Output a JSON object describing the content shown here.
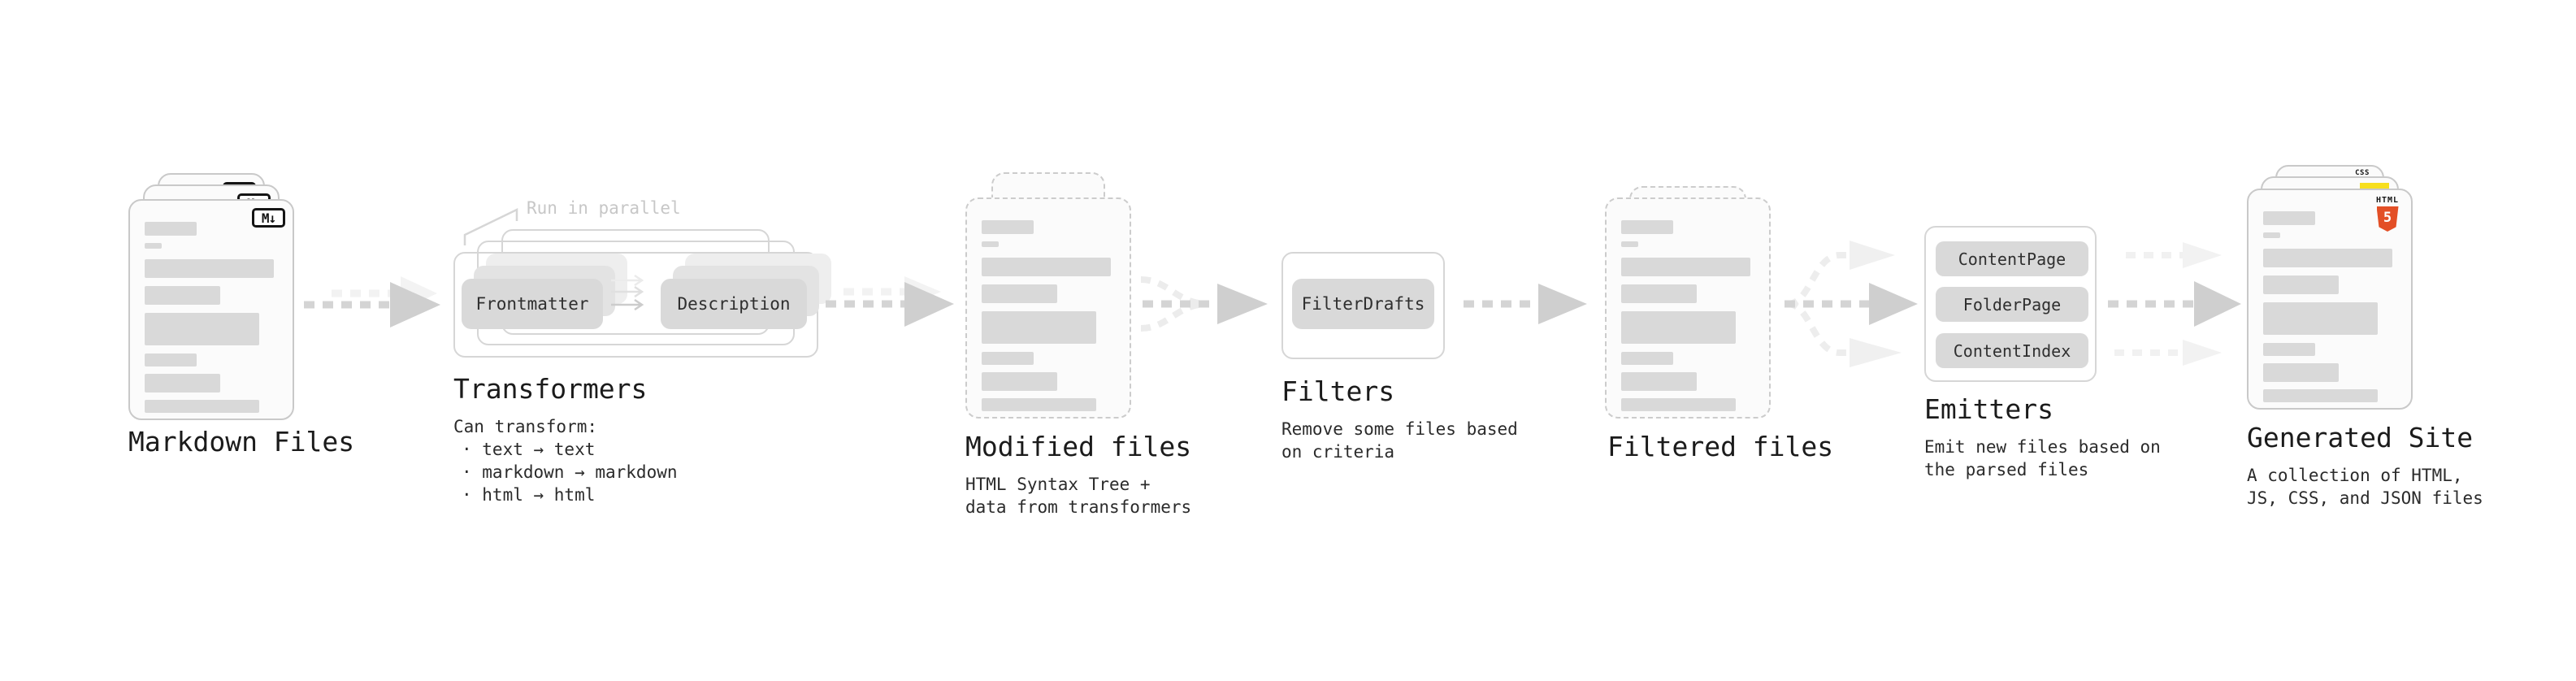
{
  "stages": {
    "markdown_files": {
      "label": "Markdown Files"
    },
    "transformers": {
      "annotation": "Run in parallel",
      "pills": [
        "Frontmatter",
        "Description"
      ],
      "label": "Transformers",
      "desc": "Can transform:",
      "bullets": [
        "· text → text",
        "· markdown → markdown",
        "· html → html"
      ]
    },
    "modified_files": {
      "label": "Modified files",
      "desc1": "HTML Syntax Tree +",
      "desc2": "data from transformers"
    },
    "filters": {
      "label": "Filters",
      "pills": [
        "FilterDrafts"
      ],
      "desc1": "Remove some files based",
      "desc2": "on criteria"
    },
    "filtered_files": {
      "label": "Filtered files"
    },
    "emitters": {
      "label": "Emitters",
      "pills": [
        "ContentPage",
        "FolderPage",
        "ContentIndex"
      ],
      "desc1": "Emit new files based on",
      "desc2": "the parsed files"
    },
    "generated_site": {
      "label": "Generated Site",
      "desc1": "A collection of HTML,",
      "desc2": "JS, CSS, and JSON files"
    }
  },
  "icons": {
    "markdown_badge": "M↓",
    "html5_wordmark": "HTML",
    "html5_number": "5",
    "css_wordmark": "CSS"
  },
  "colors": {
    "html5_orange": "#e34f26",
    "js_yellow": "#f7df1e",
    "css_blue": "#2964f2",
    "pill_gray": "#d9d9d9",
    "skeleton_gray": "#d9d9d9",
    "card_border": "#c9c9c9",
    "text_primary": "#1b1b1b",
    "annotation_gray": "#c7c7c7",
    "arrow_gray": "#d2d2d2"
  }
}
